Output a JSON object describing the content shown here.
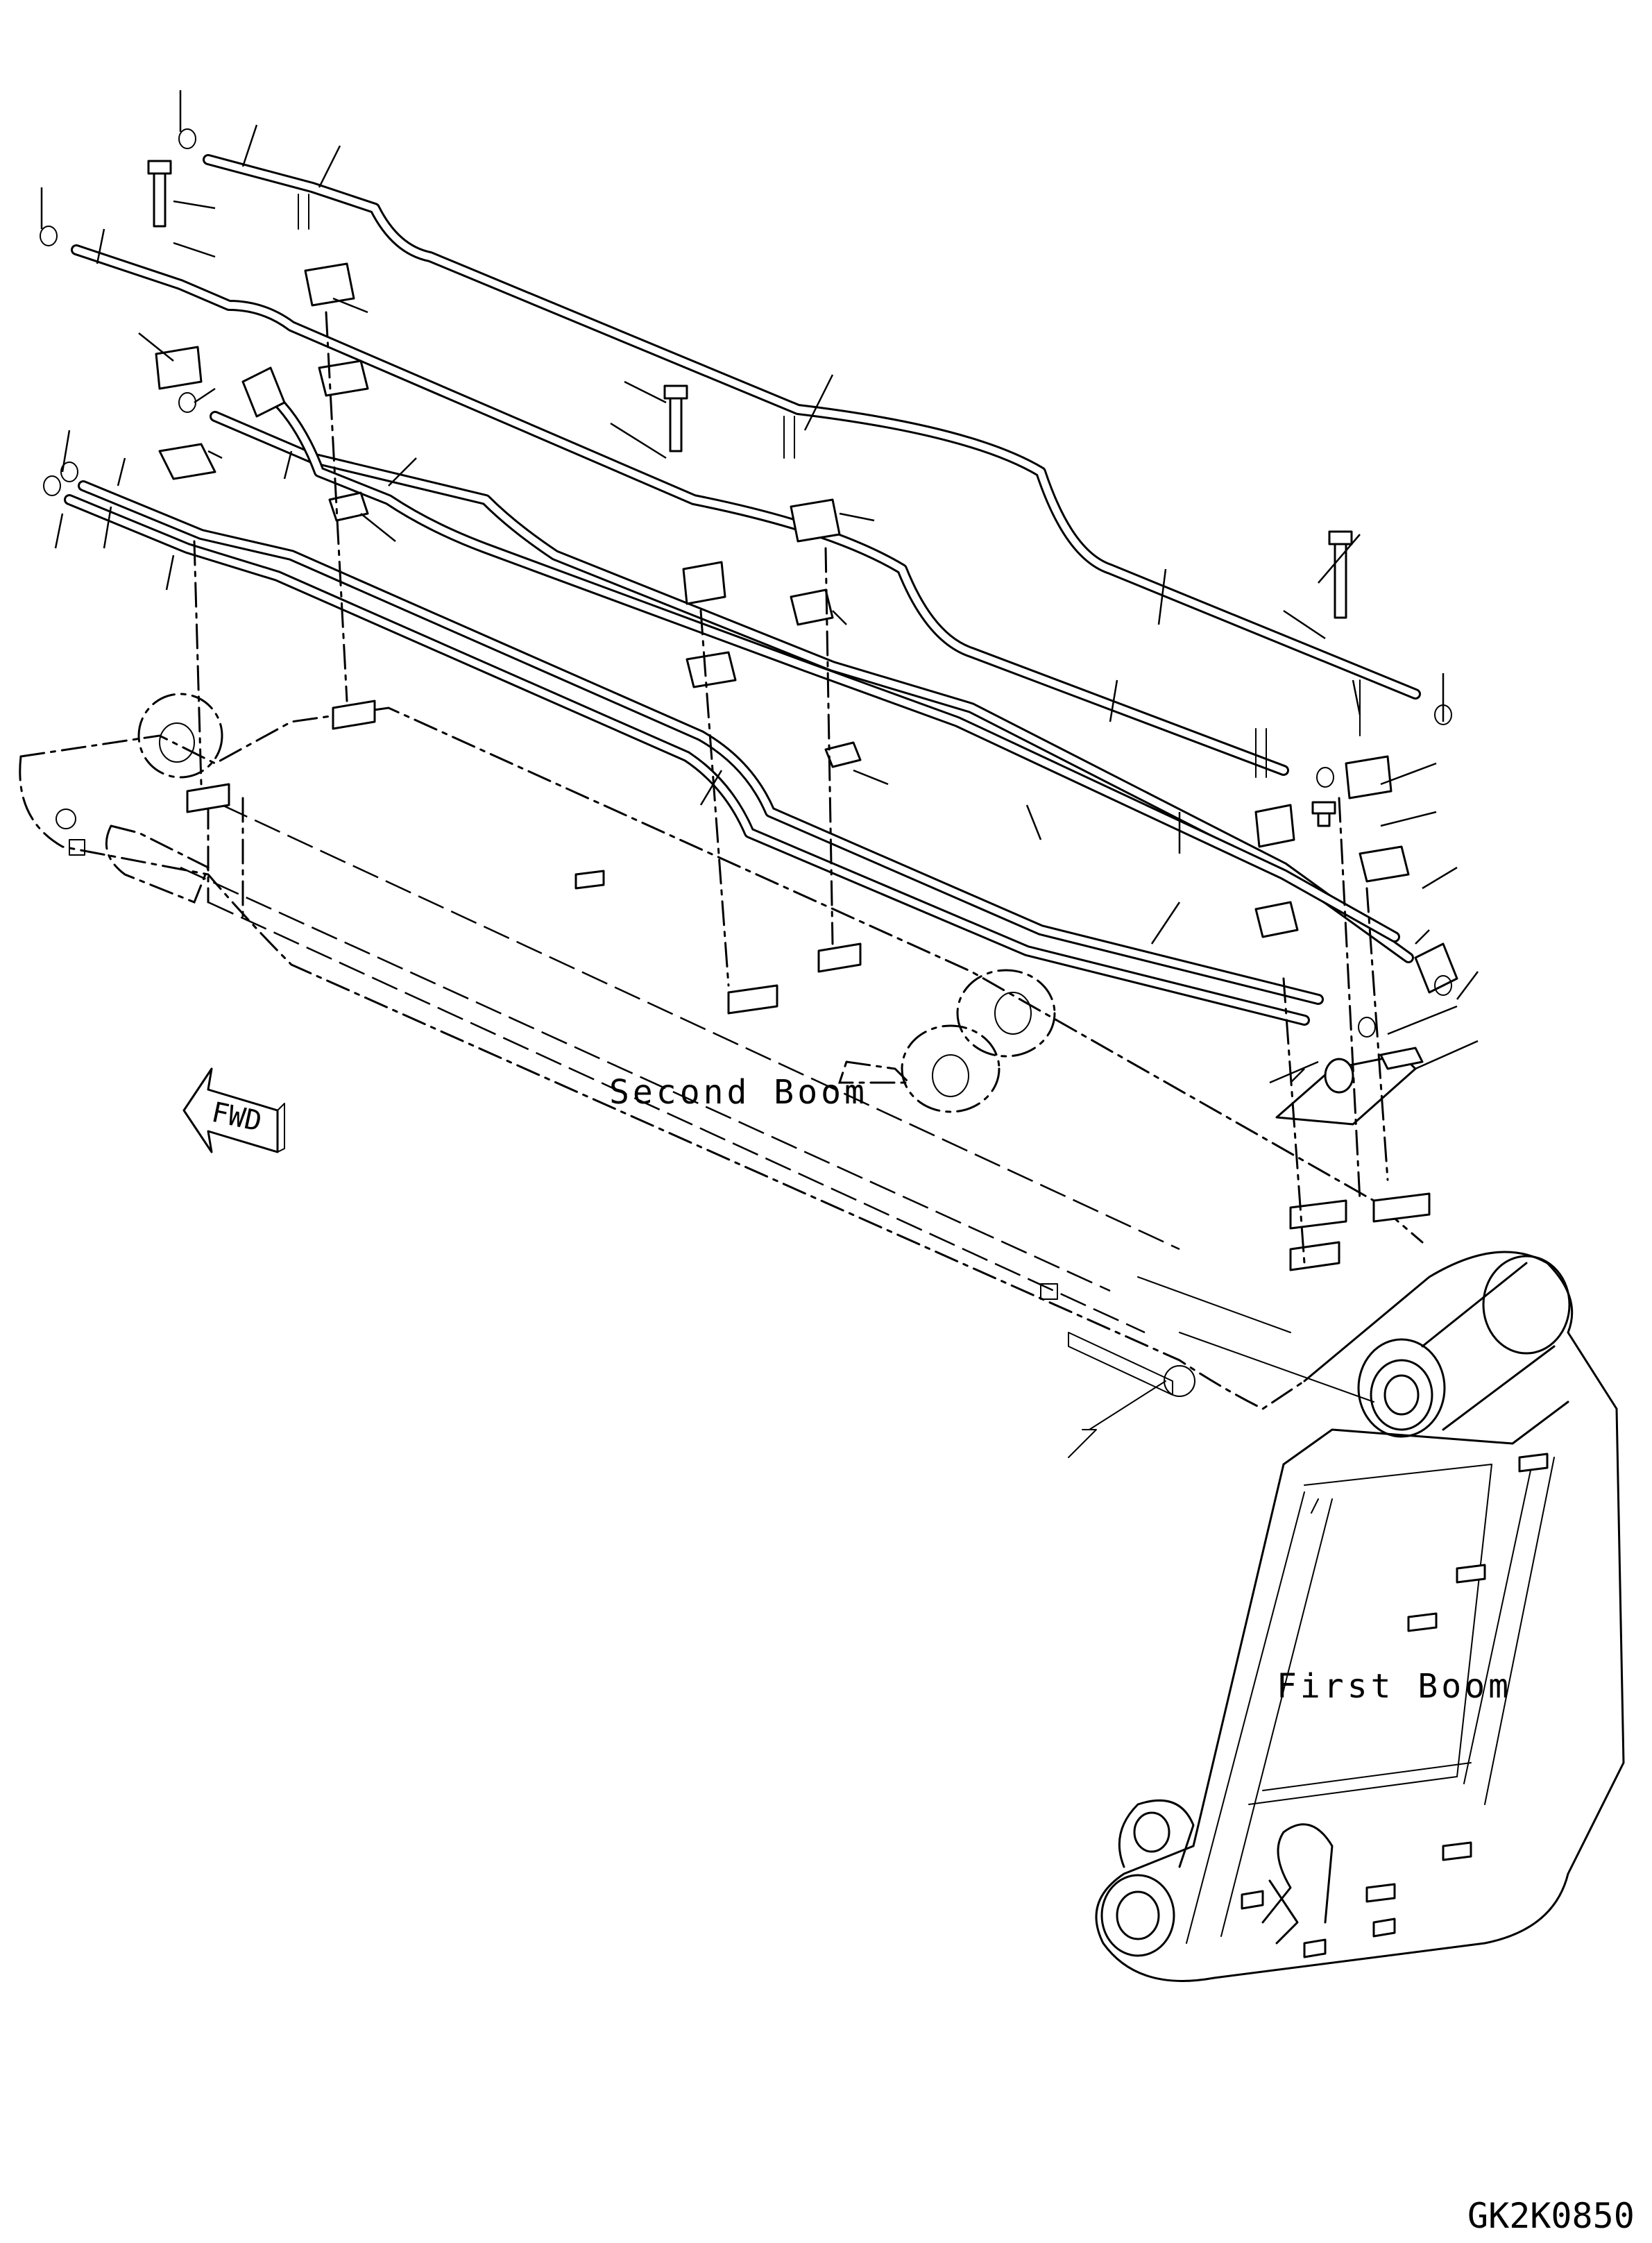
{
  "labels": {
    "second_boom": "Second Boom",
    "first_boom": "First Boom",
    "fwd": "FWD",
    "drawing_code": "GK2K0850"
  }
}
